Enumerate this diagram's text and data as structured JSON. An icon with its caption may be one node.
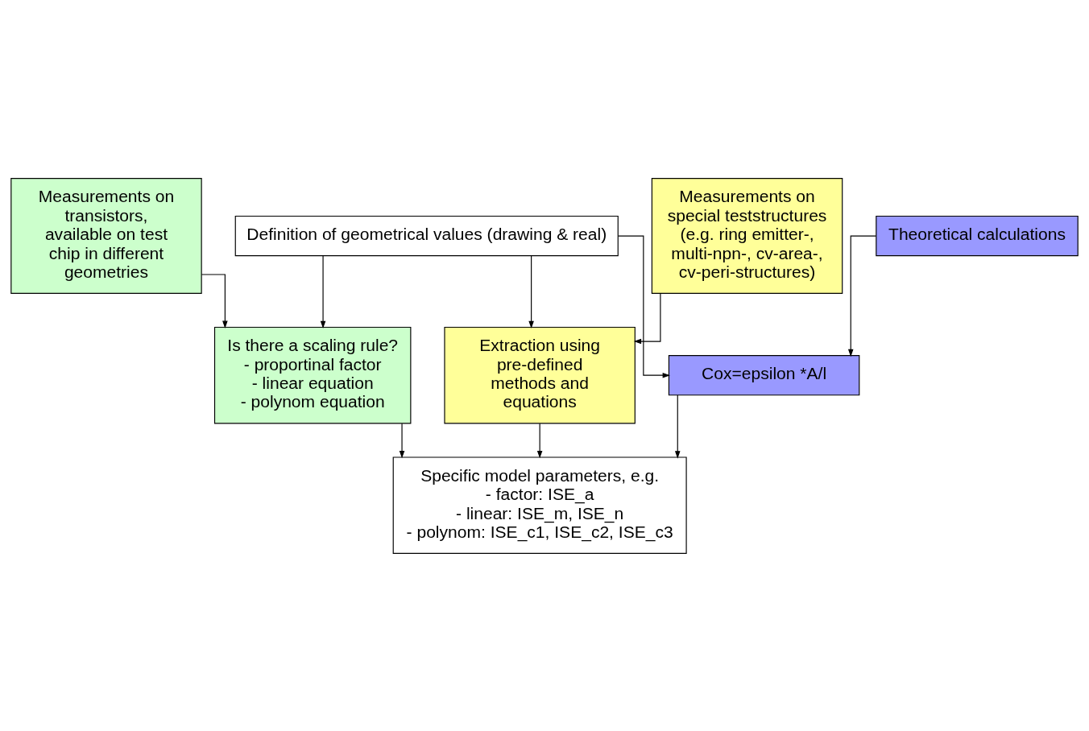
{
  "diagram": {
    "nodes": [
      {
        "text": [
          "Definition of geometrical values (drawing & real)"
        ]
      },
      {
        "text": [
          "Measurements on transistors, available on test chip in different geometries"
        ]
      },
      {
        "text": [
          "Measurements on special teststructures (e.g. ring emitter-, multi-npn-, cv-area-, cv-peri-structures)"
        ]
      },
      {
        "text": [
          "Theoretical calculations"
        ]
      },
      {
        "text": [
          "Is there a scaling rule?",
          "- proportinal factor",
          "- linear equation",
          "- polynom equation"
        ]
      },
      {
        "text": [
          "Extraction using pre-defined methods and equations"
        ]
      },
      {
        "text": [
          "Cox=epsilon *A/l"
        ]
      },
      {
        "text": [
          "Specific model parameters, e.g.",
          "- factor: ISE_a",
          "- linear: ISE_m, ISE_n",
          "- polynom: ISE_c1, ISE_c2, ISE_c3"
        ]
      }
    ],
    "edges": [
      {
        "from": 0,
        "to": 4,
        "arrow": "to"
      },
      {
        "from": 0,
        "to": 5,
        "arrow": "to"
      },
      {
        "from": 0,
        "to": 6,
        "arrow": "to"
      },
      {
        "from": 1,
        "to": 4,
        "arrow": "to"
      },
      {
        "from": 2,
        "to": 5,
        "arrow": "to"
      },
      {
        "from": 3,
        "to": 6,
        "arrow": "to"
      },
      {
        "from": 4,
        "to": 7,
        "arrow": "to"
      },
      {
        "from": 5,
        "to": 7,
        "arrow": "to"
      },
      {
        "from": 6,
        "to": 7,
        "arrow": "to"
      }
    ]
  }
}
